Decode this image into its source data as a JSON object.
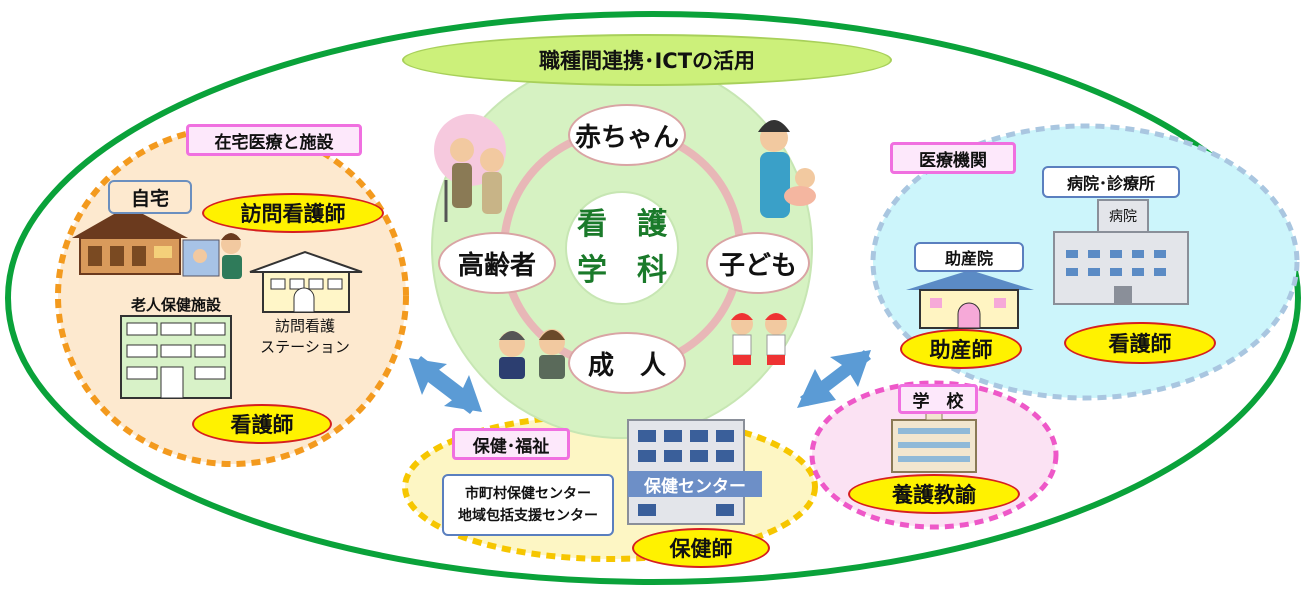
{
  "header": {
    "title": "職種間連携･ICTの活用"
  },
  "center": {
    "title_line1": "看　護",
    "title_line2": "学　科",
    "life_stages": [
      "赤ちゃん",
      "子ども",
      "成　人",
      "高齢者"
    ]
  },
  "zones": {
    "home_care": {
      "tag": "在宅医療と施設",
      "home_label": "自宅",
      "visiting_nurse": "訪問看護師",
      "elderly_facility": "老人保健施設",
      "station_line1": "訪問看護",
      "station_line2": "ステーション",
      "nurse": "看護師"
    },
    "medical": {
      "tag": "医療機関",
      "hospital_clinic": "病院･診療所",
      "hospital_sign": "病院",
      "maternity_clinic": "助産院",
      "midwife": "助産師",
      "nurse": "看護師"
    },
    "health_welfare": {
      "tag": "保健･福祉",
      "center_line1": "市町村保健センター",
      "center_line2": "地域包括支援センター",
      "building_sign": "保健センター",
      "public_health_nurse": "保健師"
    },
    "school": {
      "tag": "学　校",
      "school_nurse": "養護教諭"
    }
  },
  "colors": {
    "outer_ring": "#0aa23a",
    "header_fill": "#ccf07a",
    "center_circle": "#d6f2c2",
    "home_zone": "#fde9cf",
    "home_border": "#f39a1e",
    "medical_zone": "#ccf5fb",
    "medical_border": "#a9c6e0",
    "welfare_zone": "#fdf6c4",
    "welfare_border": "#f6c600",
    "school_zone": "#fbe2f3",
    "school_border": "#ee58c8",
    "badge_fill": "#fff200",
    "badge_border": "#d61f1f",
    "arrow": "#5b9bd5"
  }
}
